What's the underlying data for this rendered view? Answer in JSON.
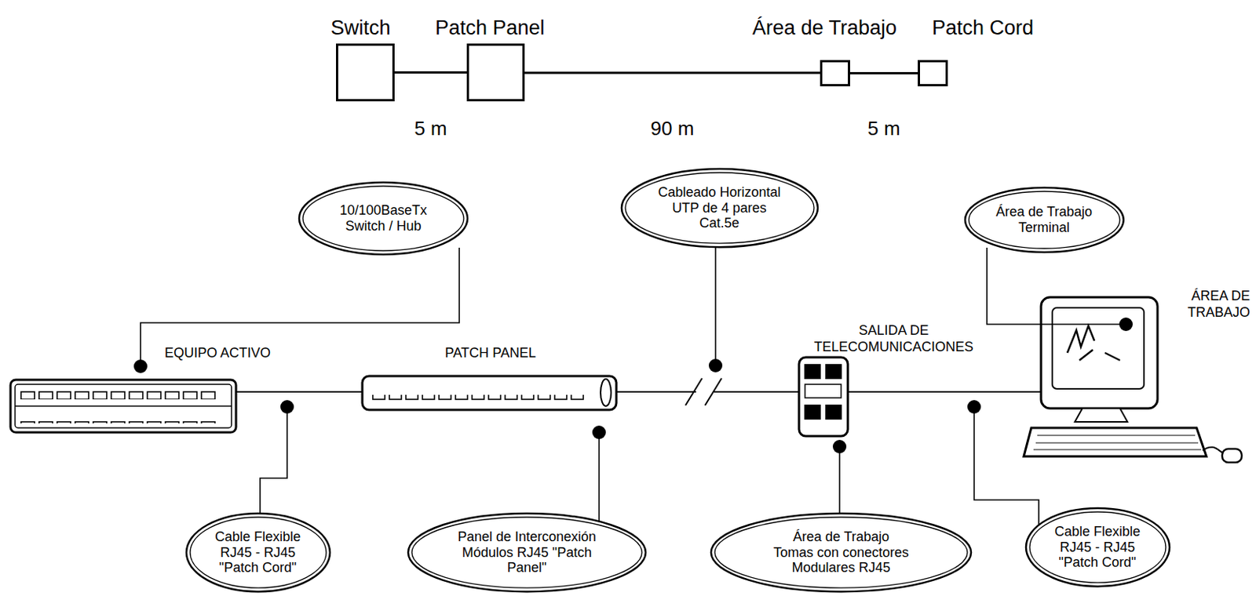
{
  "diagram": {
    "nodes": [
      {
        "text": [
          "Switch"
        ]
      },
      {
        "text": [
          "Patch Panel"
        ]
      },
      {
        "text": [
          "Área de Trabajo"
        ]
      },
      {
        "text": [
          "Patch Cord"
        ]
      },
      {
        "text": [
          "10/100BaseTx Switch / Hub"
        ]
      },
      {
        "text": [
          "Cableado Horizontal UTP de 4 pares Cat.5e"
        ]
      },
      {
        "text": [
          "Área de Trabajo Terminal"
        ]
      },
      {
        "text": [
          "Cable Flexible RJ45 - RJ45 \"Patch Cord\""
        ]
      },
      {
        "text": [
          "Panel de Interconexión Módulos RJ45 \"Patch Panel\""
        ]
      },
      {
        "text": [
          "Área de Trabajo Tomas con conectores Modulares RJ45"
        ]
      },
      {
        "text": [
          "Cable Flexible RJ45 - RJ45 \"Patch Cord\""
        ]
      }
    ],
    "edges": [
      {
        "from": 0,
        "to": 1,
        "arrow": "none",
        "label": "5 m"
      },
      {
        "from": 1,
        "to": 2,
        "arrow": "none",
        "label": "90 m"
      },
      {
        "from": 2,
        "to": 3,
        "arrow": "none",
        "label": "5 m"
      }
    ],
    "labels": [
      "EQUIPO ACTIVO",
      "PATCH PANEL",
      "SALIDA DE TELECOMUNICACIONES",
      "ÁREA DE TRABAJO"
    ]
  }
}
